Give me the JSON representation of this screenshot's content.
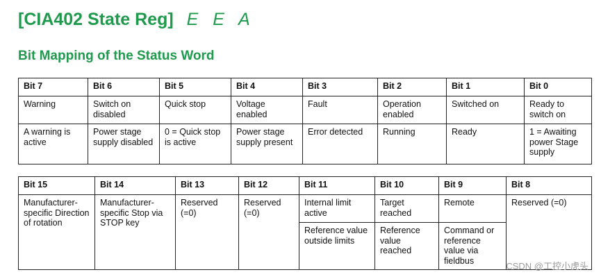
{
  "title": {
    "main": "[CIA402 State Reg]",
    "code": "E E A"
  },
  "subtitle": "Bit Mapping of the Status Word",
  "table_low": {
    "headers": [
      "Bit 7",
      "Bit 6",
      "Bit 5",
      "Bit 4",
      "Bit 3",
      "Bit 2",
      "Bit 1",
      "Bit 0"
    ],
    "names": [
      "Warning",
      "Switch on disabled",
      "Quick stop",
      "Voltage enabled",
      "Fault",
      "Operation enabled",
      "Switched on",
      "Ready to switch on"
    ],
    "meanings": [
      "A warning is active",
      "Power stage supply disabled",
      "0 = Quick stop is active",
      "Power stage supply present",
      "Error detected",
      "Running",
      "Ready",
      "1 = Awaiting power Stage supply"
    ]
  },
  "table_high": {
    "headers": [
      "Bit 15",
      "Bit 14",
      "Bit 13",
      "Bit 12",
      "Bit 11",
      "Bit 10",
      "Bit 9",
      "Bit 8"
    ],
    "names": [
      "Manufacturer-specific Direction of rotation",
      "Manufacturer-specific Stop via STOP key",
      "Reserved (=0)",
      "Reserved (=0)",
      "Internal limit active",
      "Target reached",
      "Remote",
      "Reserved (=0)"
    ],
    "meanings": [
      "",
      "",
      "",
      "",
      "Reference value outside limits",
      "Reference value reached",
      "Command or reference value via fieldbus",
      ""
    ]
  },
  "watermark": "CSDN @工控小虎头"
}
